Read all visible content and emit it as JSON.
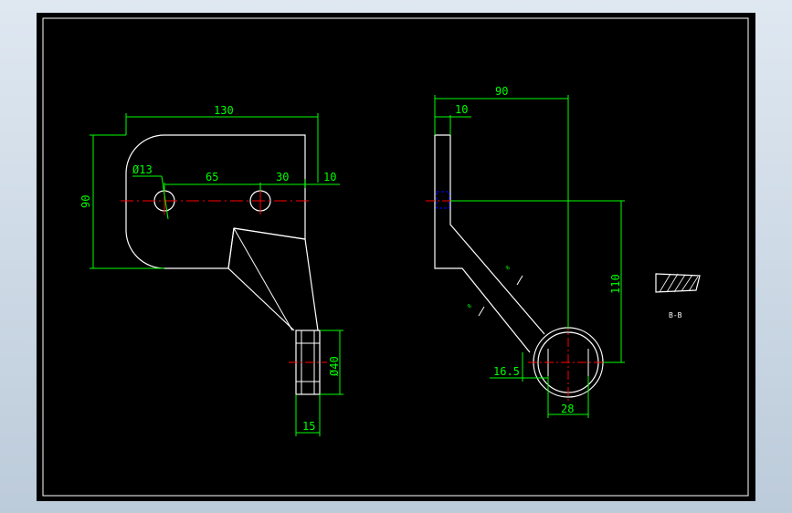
{
  "colors": {
    "background_outer": "#c6d3df",
    "sheet": "#000000",
    "geometry": "#ffffff",
    "dimension": "#00ff00",
    "centerline": "#ff0000",
    "hidden": "#0000ff"
  },
  "front_view": {
    "dims": {
      "width_total": "130",
      "height": "90",
      "hole_diameter": "Ø13",
      "hole_spacing": "65",
      "slot_length": "30",
      "edge_offset": "10",
      "boss_diameter": "Ø40",
      "boss_width": "15"
    }
  },
  "side_view": {
    "dims": {
      "overall_width": "90",
      "plate_thickness": "10",
      "height": "110",
      "shaft_offset": "16.5",
      "bore_width": "28",
      "arm_mark_upper": "8",
      "arm_mark_lower": "8"
    }
  },
  "section": {
    "label": "B-B"
  }
}
